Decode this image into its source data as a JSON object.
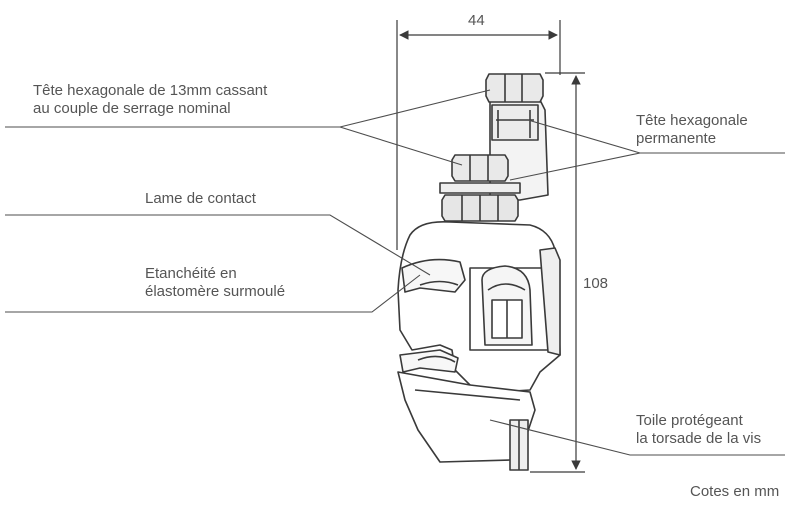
{
  "dimensions": {
    "width": "44",
    "height": "108"
  },
  "callouts": {
    "head_breakaway_line1": "Tête hexagonale de 13mm cassant",
    "head_breakaway_line2": "au couple de serrage nominal",
    "head_permanent_line1": "Tête hexagonale",
    "head_permanent_line2": "permanente",
    "contact_blade": "Lame de contact",
    "seal_line1": "Etanchéité en",
    "seal_line2": "élastomère surmoulé",
    "cap_line1": "Toile protégeant",
    "cap_line2": "la torsade de la vis"
  },
  "note": "Cotes en mm",
  "colors": {
    "line": "#3a3a3a",
    "leader": "#4d4d4d",
    "fill": "#ffffff"
  }
}
